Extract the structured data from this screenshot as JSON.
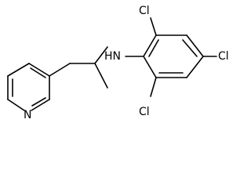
{
  "molecule": {
    "atoms": {
      "nh": "HN",
      "ring_n": "N",
      "cl_top": "Cl",
      "cl_right": "Cl",
      "cl_bottom": "Cl"
    }
  }
}
